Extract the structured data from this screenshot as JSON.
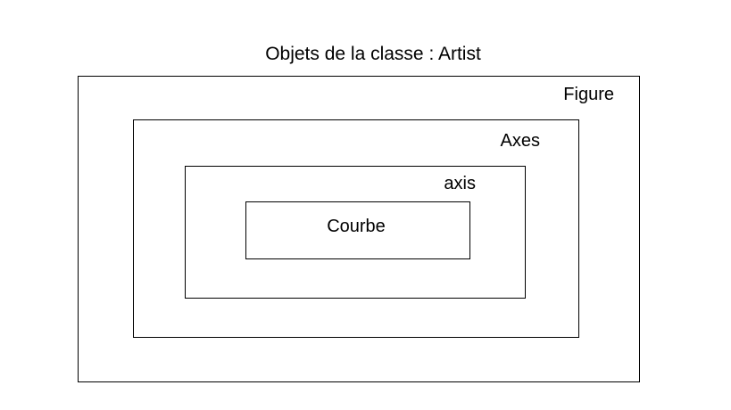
{
  "diagram": {
    "title": "Objets de la classe : Artist",
    "boxes": {
      "figure": "Figure",
      "axes": "Axes",
      "axis": "axis",
      "courbe": "Courbe"
    }
  }
}
